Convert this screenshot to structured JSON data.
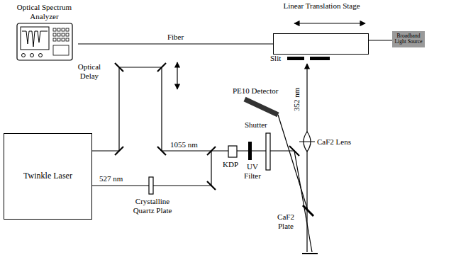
{
  "diagram": {
    "nodes": [
      {
        "text": [
          "Optical Spectrum Analyzer"
        ]
      },
      {
        "text": [
          "Linear Translation Stage"
        ]
      },
      {
        "text": [
          "Broadband Light Source"
        ]
      },
      {
        "text": [
          "Twinkle Laser"
        ]
      }
    ],
    "edges": [
      {
        "from": 0,
        "to": 1,
        "arrow": "none",
        "label": "Fiber"
      },
      {
        "from": 2,
        "to": 1,
        "arrow": "none"
      }
    ],
    "labels": [
      "Optical Delay",
      "1055 nm",
      "527 nm",
      "Crystalline Quartz Plate",
      "KDP",
      "UV Filter",
      "Shutter",
      "PE10 Detector",
      "CaF2 Lens",
      "CaF2 Plate",
      "352 nm",
      "Slit"
    ]
  }
}
